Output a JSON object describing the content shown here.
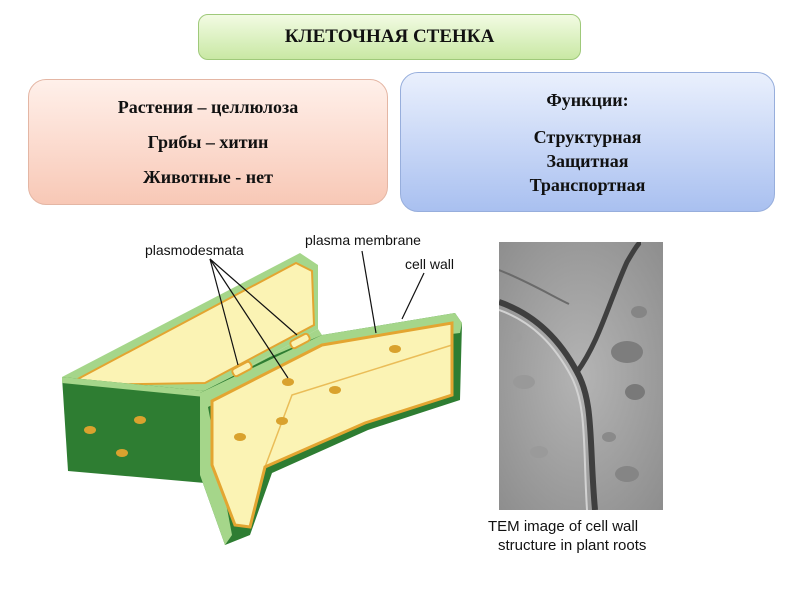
{
  "title": "КЛЕТОЧНАЯ СТЕНКА",
  "composition": [
    "Растения – целлюлоза",
    "Грибы – хитин",
    "Животные  - нет"
  ],
  "functions": {
    "heading": "Функции:",
    "items": [
      "Структурная",
      "Защитная",
      "Транспортная"
    ]
  },
  "diagram_labels": {
    "plasmodesmata": "plasmodesmata",
    "plasma_membrane": "plasma membrane",
    "cell_wall": "cell wall"
  },
  "tem_caption": {
    "line1": "TEM image of cell wall",
    "line2": "structure in plant roots"
  },
  "colors": {
    "wall_dark": "#2e7d32",
    "wall_light": "#a5d68a",
    "cell_fill": "#fbf3b4",
    "membrane": "#e3a531",
    "pit": "#d9a22e"
  }
}
